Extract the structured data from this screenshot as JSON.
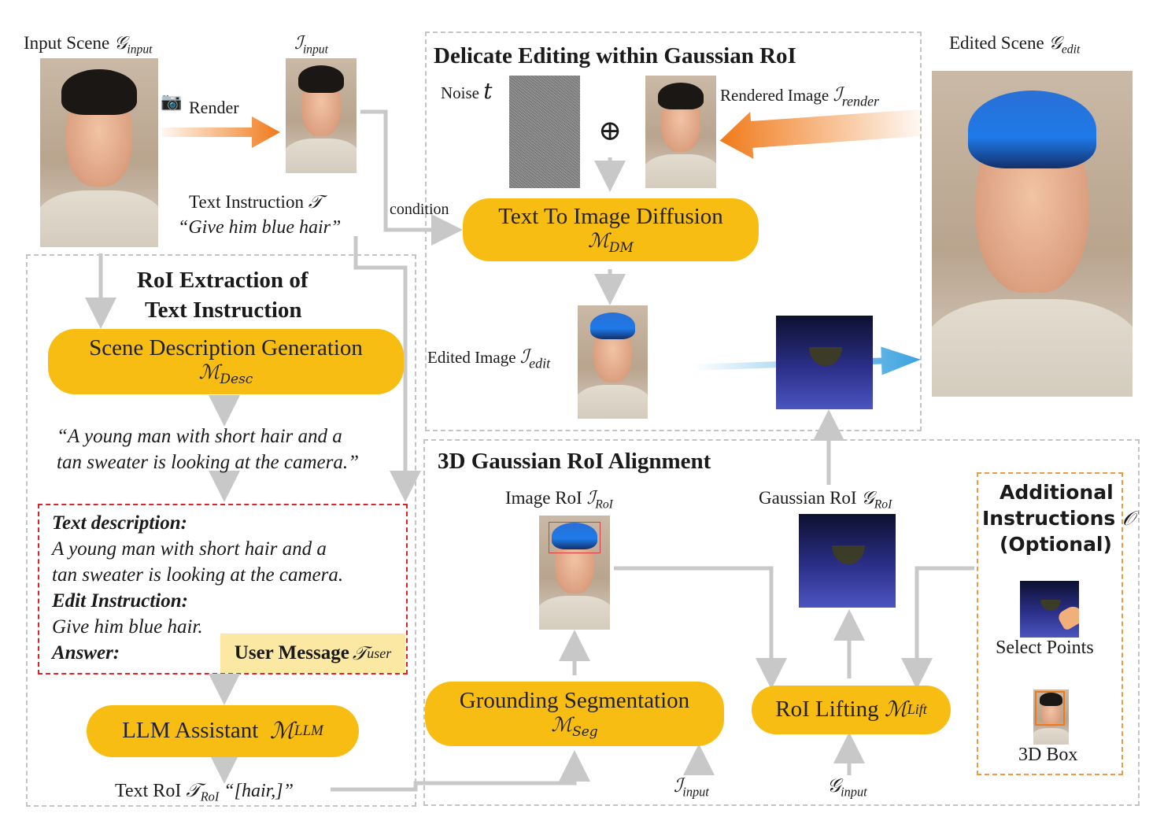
{
  "input_scene": {
    "label": "Input Scene",
    "symbol": "𝒢",
    "sub": "input"
  },
  "i_input": {
    "symbol": "ℐ",
    "sub": "input"
  },
  "render": {
    "label": "Render"
  },
  "text_instruction": {
    "label": "Text Instruction",
    "symbol": "𝒯",
    "quote": "“Give him blue hair”"
  },
  "condition": {
    "label": "condition"
  },
  "delicate": {
    "title": "Delicate Editing within Gaussian RoI",
    "noise_label": "Noise",
    "noise_symbol": "t",
    "plus": "⊕",
    "rendered_label": "Rendered Image",
    "rendered_symbol": "ℐ",
    "rendered_sub": "render",
    "diffusion_label": "Text To Image Diffusion",
    "diffusion_symbol": "ℳ",
    "diffusion_sub": "DM",
    "edited_image_label": "Edited Image",
    "edited_image_symbol": "ℐ",
    "edited_image_sub": "edit"
  },
  "edited_scene": {
    "label": "Edited Scene",
    "symbol": "𝒢",
    "sub": "edit"
  },
  "roi_extraction": {
    "title_line1": "RoI Extraction of",
    "title_line2": "Text Instruction",
    "scene_desc_label": "Scene Description Generation",
    "scene_desc_symbol": "ℳ",
    "scene_desc_sub": "Desc",
    "desc_quote_line1": "“A young man with short hair and a",
    "desc_quote_line2": "tan sweater is looking at the camera.”",
    "box": {
      "text_desc_heading": "Text description:",
      "text_desc_line1": "A young man with short hair and a",
      "text_desc_line2": "tan sweater is looking at the camera.",
      "edit_heading": "Edit Instruction:",
      "edit_text": "Give him blue hair.",
      "answer_heading": "Answer:",
      "user_message_label": "User Message",
      "user_message_symbol": "𝒯",
      "user_message_sub": "user"
    },
    "llm_label": "LLM Assistant",
    "llm_symbol": "ℳ",
    "llm_sub": "LLM",
    "text_roi_label": "Text RoI",
    "text_roi_symbol": "𝒯",
    "text_roi_sub": "RoI",
    "text_roi_value": "“[hair,]”"
  },
  "alignment": {
    "title": "3D Gaussian RoI Alignment",
    "image_roi_label": "Image RoI",
    "image_roi_symbol": "ℐ",
    "image_roi_sub": "RoI",
    "gaussian_roi_label": "Gaussian RoI",
    "gaussian_roi_symbol": "𝒢",
    "gaussian_roi_sub": "RoI",
    "grounding_label": "Grounding Segmentation",
    "grounding_symbol": "ℳ",
    "grounding_sub": "Seg",
    "lifting_label": "RoI Lifting",
    "lifting_symbol": "ℳ",
    "lifting_sub": "Lift",
    "input_i_symbol": "ℐ",
    "input_i_sub": "input",
    "input_g_symbol": "𝒢",
    "input_g_sub": "input"
  },
  "additional": {
    "title_line1": "Additional",
    "title_line2": "Instructions",
    "title_symbol": "𝒪",
    "title_line3": "(Optional)",
    "select_points": "Select Points",
    "box_3d": "3D Box"
  },
  "colors": {
    "pill": "#f8bd12",
    "arrow_gray": "#c8c8c8",
    "orange_arrow": "#f07a1a",
    "blue_arrow": "#3aa2e0",
    "red_dash": "#d9242b",
    "orange_dash": "#ef9a3c",
    "user_msg_bg": "#fbe9a3"
  }
}
